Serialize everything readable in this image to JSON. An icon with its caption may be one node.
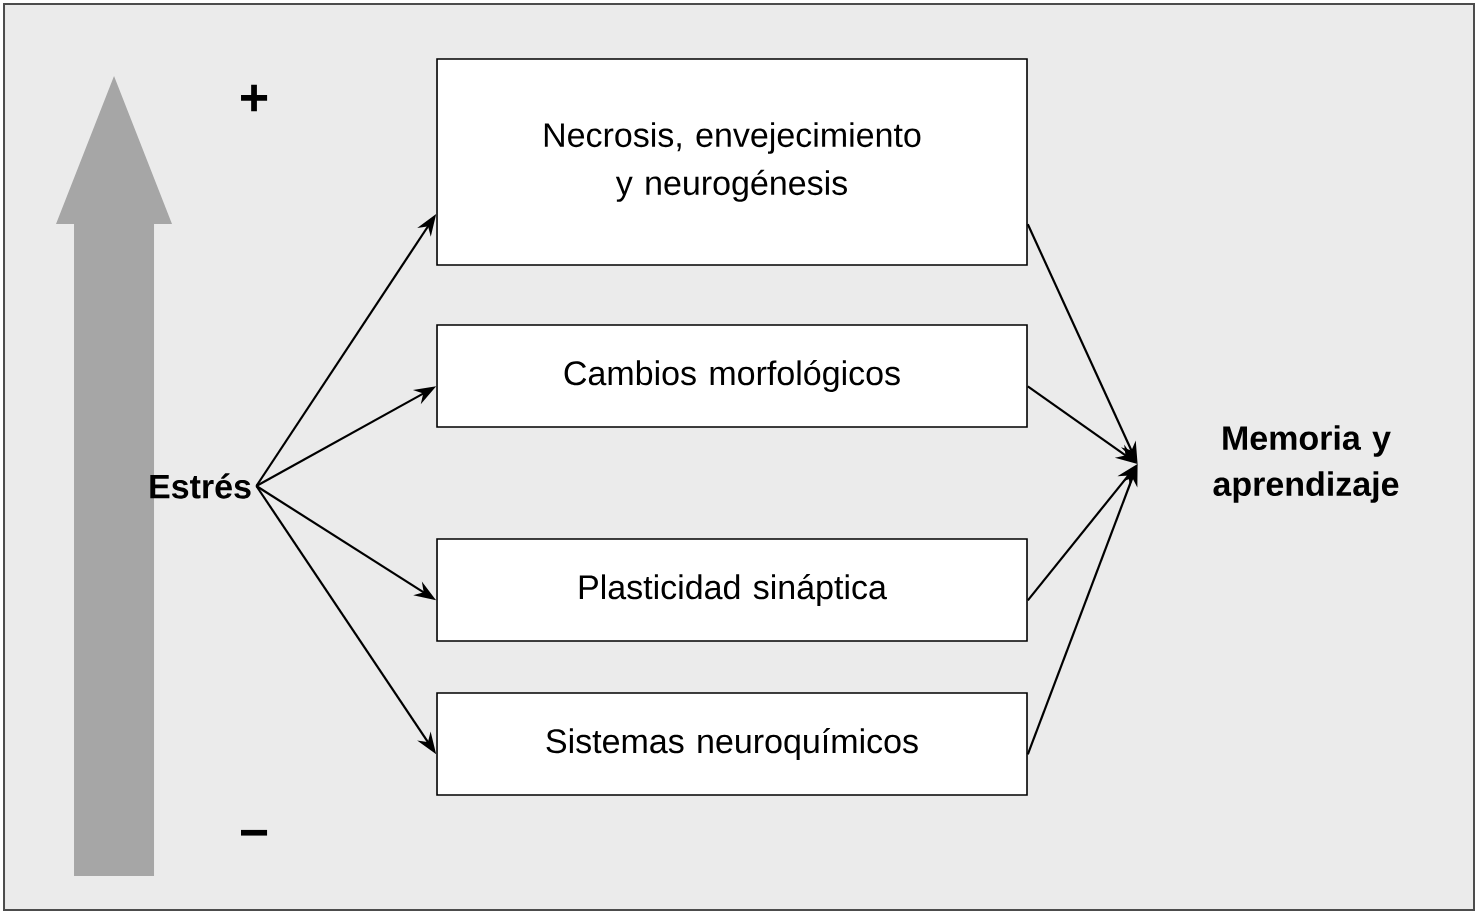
{
  "diagram": {
    "nodes": [
      {
        "text": [
          "Estrés"
        ]
      },
      {
        "text": [
          "Necrosis, envejecimiento y neurogénesis"
        ]
      },
      {
        "text": [
          "Cambios morfológicos"
        ]
      },
      {
        "text": [
          "Plasticidad sináptica"
        ]
      },
      {
        "text": [
          "Sistemas neuroquímicos"
        ]
      },
      {
        "text": [
          "Memoria y aprendizaje"
        ]
      }
    ],
    "edges": [
      {
        "from": 0,
        "to": 1,
        "arrow": "to"
      },
      {
        "from": 0,
        "to": 2,
        "arrow": "to"
      },
      {
        "from": 0,
        "to": 3,
        "arrow": "to"
      },
      {
        "from": 0,
        "to": 4,
        "arrow": "to"
      },
      {
        "from": 1,
        "to": 5,
        "arrow": "to"
      },
      {
        "from": 2,
        "to": 5,
        "arrow": "to"
      },
      {
        "from": 3,
        "to": 5,
        "arrow": "to"
      },
      {
        "from": 4,
        "to": 5,
        "arrow": "to"
      }
    ],
    "labels": [
      "+",
      "−"
    ]
  }
}
